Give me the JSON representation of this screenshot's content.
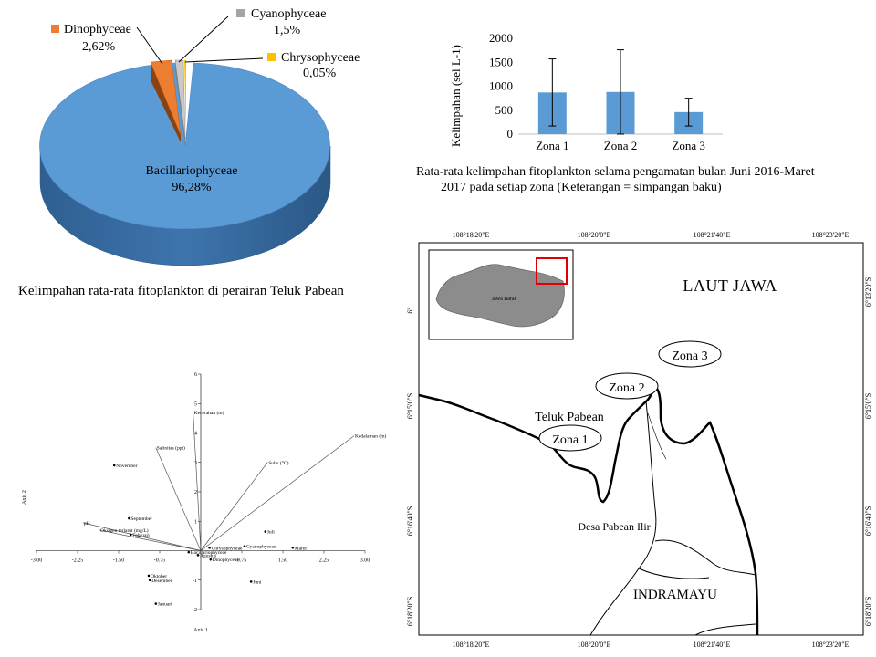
{
  "pie_caption": "Kelimpahan rata-rata fitoplankton di perairan Teluk Pabean",
  "bar_caption": {
    "line1": "Rata-rata kelimpahan fitoplankton selama pengamatan bulan Juni 2016-Maret",
    "line2": "2017 pada setiap zona (Keterangan    = simpangan baku)"
  },
  "chart_data": [
    {
      "type": "pie",
      "slices": [
        {
          "label": "Bacillariophyceae",
          "value_label": "96,28%",
          "value": 96.28,
          "color": "#5b9bd5"
        },
        {
          "label": "Dinophyceae",
          "value_label": "2,62%",
          "value": 2.62,
          "color": "#ed7d31"
        },
        {
          "label": "Cyanophyceae",
          "value_label": "1,5%",
          "value": 1.5,
          "color": "#a5a5a5"
        },
        {
          "label": "Chrysophyceae",
          "value_label": "0,05%",
          "value": 0.05,
          "color": "#ffc000"
        }
      ]
    },
    {
      "type": "bar",
      "categories": [
        "Zona 1",
        "Zona 2",
        "Zona 3"
      ],
      "values": [
        870,
        880,
        460
      ],
      "error": [
        700,
        880,
        290
      ],
      "ylabel": "Kelimpahan (sel L-1)",
      "ylim": [
        0,
        2000
      ],
      "yticks": [
        "0",
        "500",
        "1000",
        "1500",
        "2000"
      ],
      "color": "#5b9bd5"
    },
    {
      "type": "scatter",
      "xlabel": "Axis 1",
      "ylabel": "Axis 2",
      "xlim": [
        -3.0,
        3.0
      ],
      "ylim": [
        -2,
        6
      ],
      "xticks": [
        "-3.00",
        "-2.25",
        "-1.50",
        "-0.75",
        "0.75",
        "1.50",
        "2.25",
        "3.00"
      ],
      "xtick_values": [
        -3.0,
        -2.25,
        -1.5,
        -0.75,
        0.75,
        1.5,
        2.25,
        3.0
      ],
      "yticks": [
        "-2",
        "-1",
        "1",
        "2",
        "3",
        "4",
        "5",
        "6"
      ],
      "ytick_values": [
        -2,
        -1,
        1,
        2,
        3,
        4,
        5,
        6
      ],
      "points": [
        {
          "label": "November",
          "x": -1.58,
          "y": 2.9
        },
        {
          "label": "September",
          "x": -1.31,
          "y": 1.1
        },
        {
          "label": "Februari",
          "x": -1.28,
          "y": 0.55
        },
        {
          "label": "Juli",
          "x": 1.18,
          "y": 0.65
        },
        {
          "label": "Maret",
          "x": 1.68,
          "y": 0.1
        },
        {
          "label": "Agustus",
          "x": -0.05,
          "y": -0.15
        },
        {
          "label": "Oktober",
          "x": -0.95,
          "y": -0.85
        },
        {
          "label": "Desember",
          "x": -0.93,
          "y": -1.0
        },
        {
          "label": "Januari",
          "x": -0.82,
          "y": -1.8
        },
        {
          "label": "Juni",
          "x": 0.92,
          "y": -1.05
        },
        {
          "label": "Chrysophyceae",
          "x": 0.16,
          "y": 0.1
        },
        {
          "label": "Cyanophyceae",
          "x": 0.8,
          "y": 0.15
        },
        {
          "label": "Bacillariophyceae",
          "x": -0.22,
          "y": -0.05
        },
        {
          "label": "Dinophyceae",
          "x": 0.18,
          "y": -0.3
        }
      ],
      "vectors": [
        {
          "label": "Kecerahan (m)",
          "x": -0.14,
          "y": 4.7
        },
        {
          "label": "Salinitas (ppt)",
          "x": -0.82,
          "y": 3.5
        },
        {
          "label": "Suhu (°C)",
          "x": 1.22,
          "y": 3.0
        },
        {
          "label": "Kedalaman (m)",
          "x": 2.8,
          "y": 3.9
        },
        {
          "label": "pH",
          "x": -2.15,
          "y": 0.95
        },
        {
          "label": "Oksigen terlarut (mg/L)",
          "x": -1.85,
          "y": 0.7
        }
      ]
    }
  ],
  "map": {
    "top_ticks": [
      "108°18'20\"E",
      "108°20'0\"E",
      "108°21'40\"E",
      "108°23'20\"E"
    ],
    "bottom_ticks": [
      "108°18'20\"E",
      "108°20'0\"E",
      "108°21'40\"E",
      "108°23'20\"E"
    ],
    "left_ticks": [
      "6°",
      "6°15'0\"S",
      "6°16'40\"S",
      "6°18'20\"S"
    ],
    "right_ticks": [
      "6°13'20\"S",
      "6°15'0\"S",
      "6°16'40\"S",
      "6°18'20\"S"
    ],
    "inset_label": "Jawa Barat",
    "labels": {
      "sea": "LAUT JAWA",
      "bay": "Teluk Pabean",
      "village": "Desa Pabean Ilir",
      "region": "INDRAMAYU",
      "zona1": "Zona 1",
      "zona2": "Zona 2",
      "zona3": "Zona 3"
    }
  }
}
